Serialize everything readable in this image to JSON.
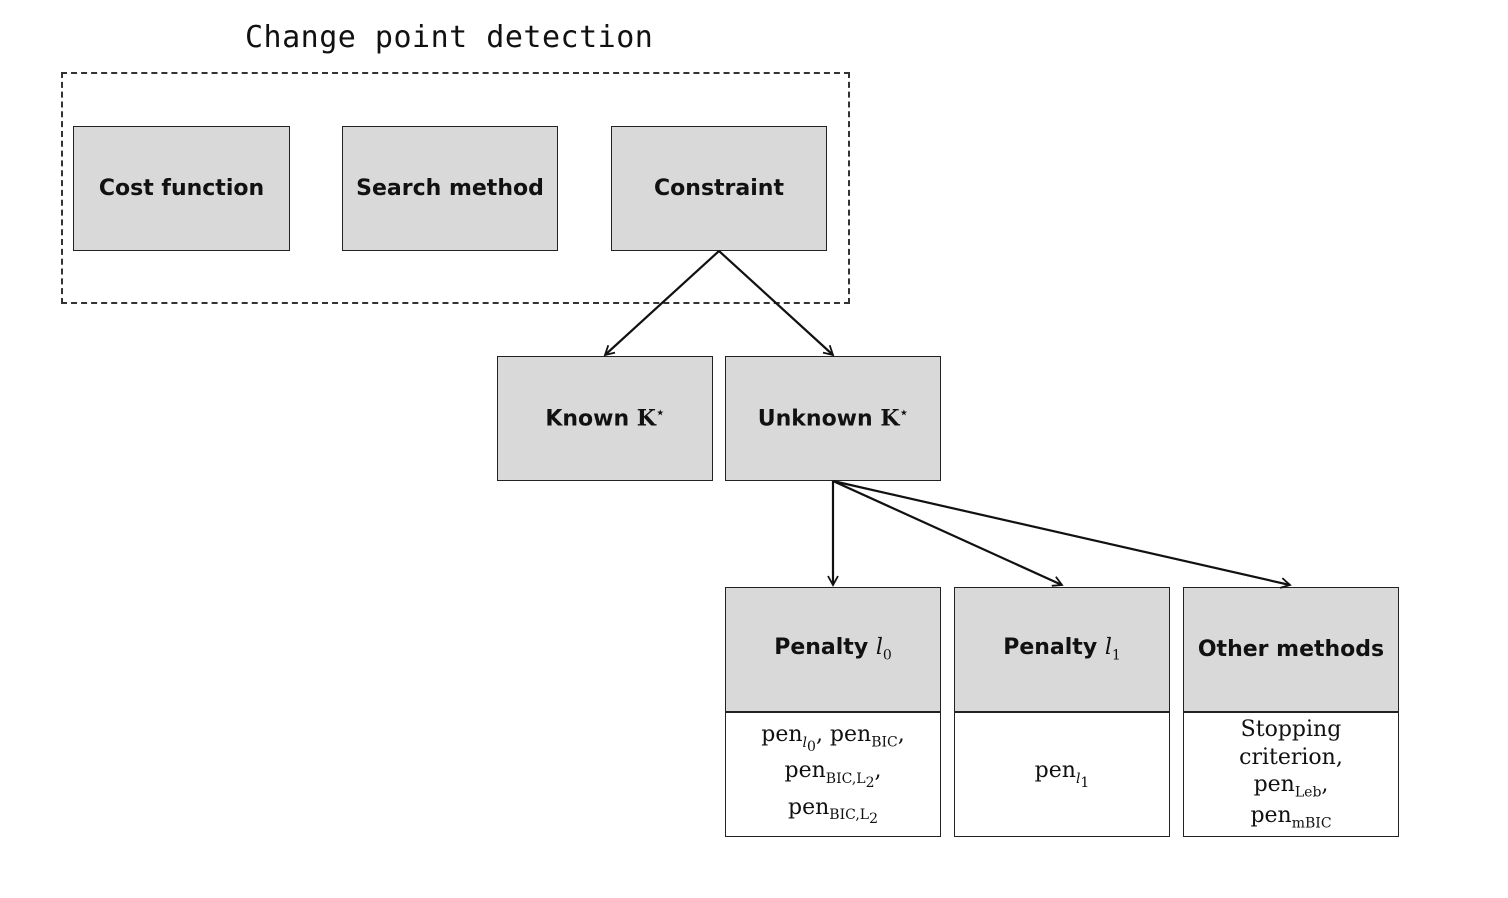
{
  "title": "Change point detection",
  "components": {
    "cost_function": "Cost function",
    "search_method": "Search method",
    "constraint": "Constraint"
  },
  "constraint_types": {
    "known": "Known",
    "unknown": "Unknown",
    "k_symbol": "K",
    "k_star": "⋆"
  },
  "methods": {
    "penalty_l0": {
      "label": "Penalty",
      "symbol": "l",
      "index": "0"
    },
    "penalty_l1": {
      "label": "Penalty",
      "symbol": "l",
      "index": "1"
    },
    "other": {
      "label": "Other methods"
    }
  },
  "details": {
    "l0": {
      "line1a": "pen",
      "line1a_sub": "l",
      "line1a_subsub": "0",
      "line1b": ", pen",
      "line1b_sub": "BIC",
      "line1b_end": ",",
      "line2": "pen",
      "line2_sub": "BIC,L",
      "line2_subsub": "2",
      "line2_end": ",",
      "line3": "pen",
      "line3_sub": "BIC,L",
      "line3_subsub": "2"
    },
    "l1": {
      "text": "pen",
      "sub": "l",
      "subsub": "1"
    },
    "other": {
      "line1": "Stopping",
      "line2": "criterion,",
      "line3": "pen",
      "line3_sub": "Leb",
      "line3_end": ",",
      "line4": "pen",
      "line4_sub": "mBIC"
    }
  }
}
